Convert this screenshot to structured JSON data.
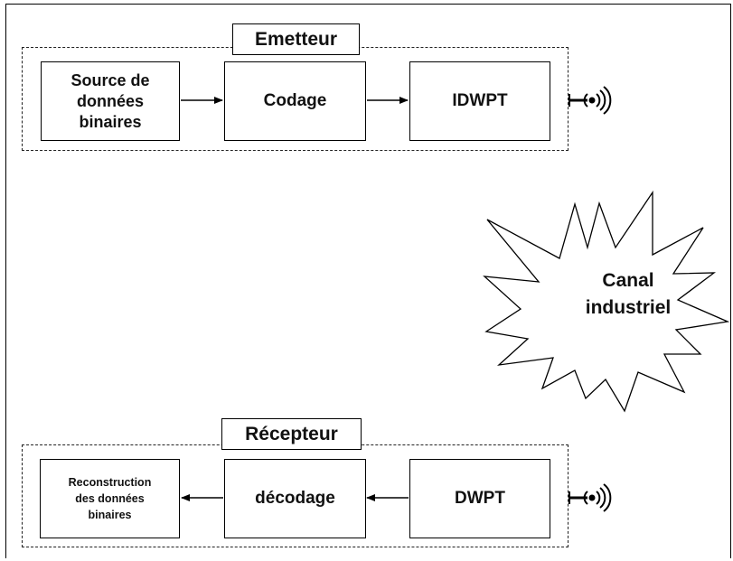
{
  "emitter": {
    "label": "Emetteur",
    "blocks": [
      "Source de\ndonnées\nbinaires",
      "Codage",
      "IDWPT"
    ]
  },
  "receiver": {
    "label": "Récepteur",
    "blocks": [
      "Reconstruction\ndes données\nbinaires",
      "décodage",
      "DWPT"
    ]
  },
  "channel": {
    "label": "Canal\nindustriel"
  },
  "icons": [
    "antenna-icon",
    "antenna-icon"
  ]
}
